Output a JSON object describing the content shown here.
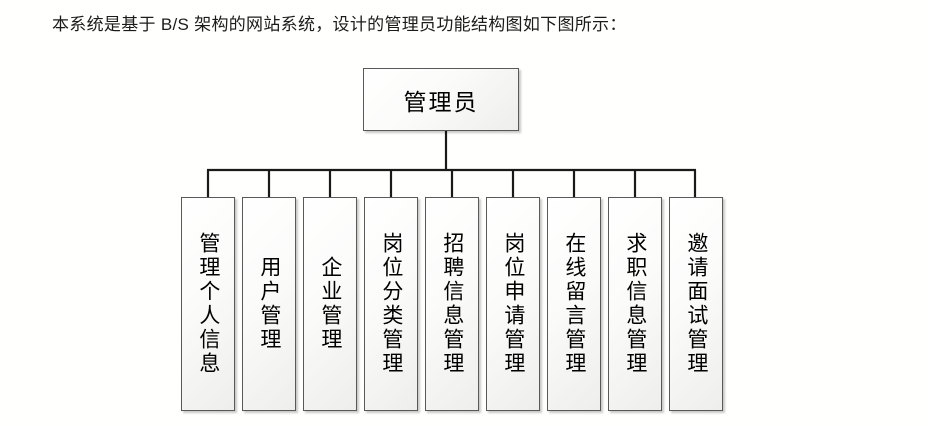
{
  "caption": {
    "text": "本系统是基于 B/S 架构的网站系统，设计的管理员功能结构图如下图所示："
  },
  "diagram": {
    "type": "org-chart",
    "orientation": "top-down",
    "root": {
      "label": "管理员"
    },
    "children": [
      {
        "label": "管理个人信息"
      },
      {
        "label": "用户管理"
      },
      {
        "label": "企业管理"
      },
      {
        "label": "岗位分类管理"
      },
      {
        "label": "招聘信息管理"
      },
      {
        "label": "岗位申请管理"
      },
      {
        "label": "在线留言管理"
      },
      {
        "label": "求职信息管理"
      },
      {
        "label": "邀请面试管理"
      }
    ],
    "colors": {
      "line": "#1a1a1a",
      "box_border": "#595959",
      "box_fill_light": "#ffffff",
      "box_fill_dark": "#eeeeec",
      "text": "#000000",
      "page_background": "#fffffd"
    }
  }
}
